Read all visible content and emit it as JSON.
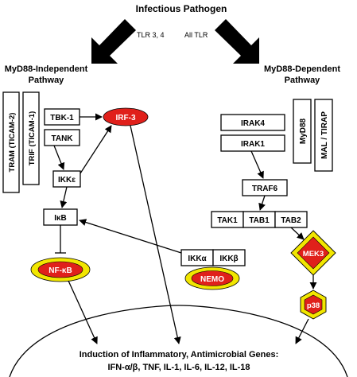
{
  "title": "Infectious Pathogen",
  "arrow_labels": {
    "left": "TLR 3, 4",
    "right": "All TLR"
  },
  "pathways": {
    "independent": {
      "line1": "MyD88-Independent",
      "line2": "Pathway"
    },
    "dependent": {
      "line1": "MyD88-Dependent",
      "line2": "Pathway"
    }
  },
  "adaptors": {
    "tram": "TRAM (TICAM-2)",
    "trif": "TRIF (TICAM-1)",
    "myd88": "MyD88",
    "mal": "MAL / TIRAP"
  },
  "nodes": {
    "tbk1": "TBK-1",
    "tank": "TANK",
    "irf3": "IRF-3",
    "ikke": "IKKε",
    "ikb": "IκB",
    "nfkb": "NF-κB",
    "irak4": "IRAK4",
    "irak1": "IRAK1",
    "traf6": "TRAF6",
    "tak1": "TAK1",
    "tab1": "TAB1",
    "tab2": "TAB2",
    "ikka": "IKKα",
    "ikkb": "IKKβ",
    "nemo": "NEMO",
    "mek3": "MEK3",
    "p38": "p38"
  },
  "induction": {
    "line1": "Induction of Inflammatory, Antimicrobial Genes:",
    "line2": "IFN-α/β, TNF, IL-1, IL-6, IL-12, IL-18"
  },
  "colors": {
    "red": "#e0201b",
    "yellow": "#f2e600",
    "line": "#000000"
  }
}
